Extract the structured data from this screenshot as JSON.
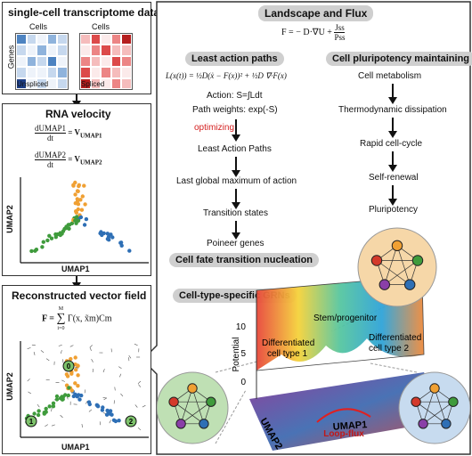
{
  "panel1": {
    "title": "single-cell transcriptome data",
    "cells_label_1": "Cells",
    "cells_label_2": "Cells",
    "genes_label": "Genes",
    "unspliced_label": "Unspliced",
    "spliced_label": "Spliced"
  },
  "panel2": {
    "title": "RNA velocity",
    "eq1_lhs_num": "dUMAP1",
    "eq1_lhs_den": "dt",
    "eq1_rhs": "= V",
    "eq1_sub": "UMAP1",
    "eq2_lhs_num": "dUMAP2",
    "eq2_lhs_den": "dt",
    "eq2_rhs": "= V",
    "eq2_sub": "UMAP2",
    "ylabel": "UMAP2",
    "xlabel": "UMAP1"
  },
  "panel3": {
    "title": "Reconstructed vector field",
    "eq_lhs": "F = ",
    "eq_sum_top": "M",
    "eq_sum_bot": "i=0",
    "eq_body": "Γ(x, x̃m)Cm",
    "ylabel": "UMAP2",
    "xlabel": "UMAP1",
    "node0": "0",
    "node1": "1",
    "node2": "2"
  },
  "right": {
    "title": "Landscape and Flux",
    "flux_eq": "F = − D·∇U + ",
    "flux_num": "Jss",
    "flux_den": "Pss",
    "lap_title": "Least action paths",
    "lap_eq": "L(x(t)) = ½D(ẋ − F(x))² + ½D ∇·F(x)",
    "action": "Action:  S=∫Ldt",
    "weights": "Path weights: exp(-S)",
    "optimizing": "optimizing",
    "steps": [
      "Least Action Paths",
      "Last global maximum of action",
      "Transition states",
      "Poineer genes"
    ],
    "cpm_title": "Cell pluripotency maintaining",
    "cpm_steps": [
      "Cell metabolism",
      "Thermodynamic dissipation",
      "Rapid cell-cycle",
      "Self-renewal",
      "Pluripotency"
    ],
    "nucleation": "Cell fate transition nucleation",
    "grn_title": "Cell-type-specific GRNs",
    "stem": "Stem/progenitor",
    "diff1a": "Differentiated",
    "diff1b": "cell type 1",
    "diff2a": "Differentiated",
    "diff2b": "cell type 2",
    "loop_flux": "Loop-flux",
    "potential": "Potential",
    "umap1": "UMAP1",
    "umap2": "UMAP2",
    "z_ticks": [
      "10",
      "5",
      "0"
    ]
  },
  "colors": {
    "blue": "#2e6fb5",
    "red": "#d43a2b",
    "orange": "#f0a033",
    "green": "#3f9b3c",
    "circle_orange": "#f6d7a8",
    "circle_green": "#bfe0b4",
    "circle_blue": "#c7dbef"
  }
}
